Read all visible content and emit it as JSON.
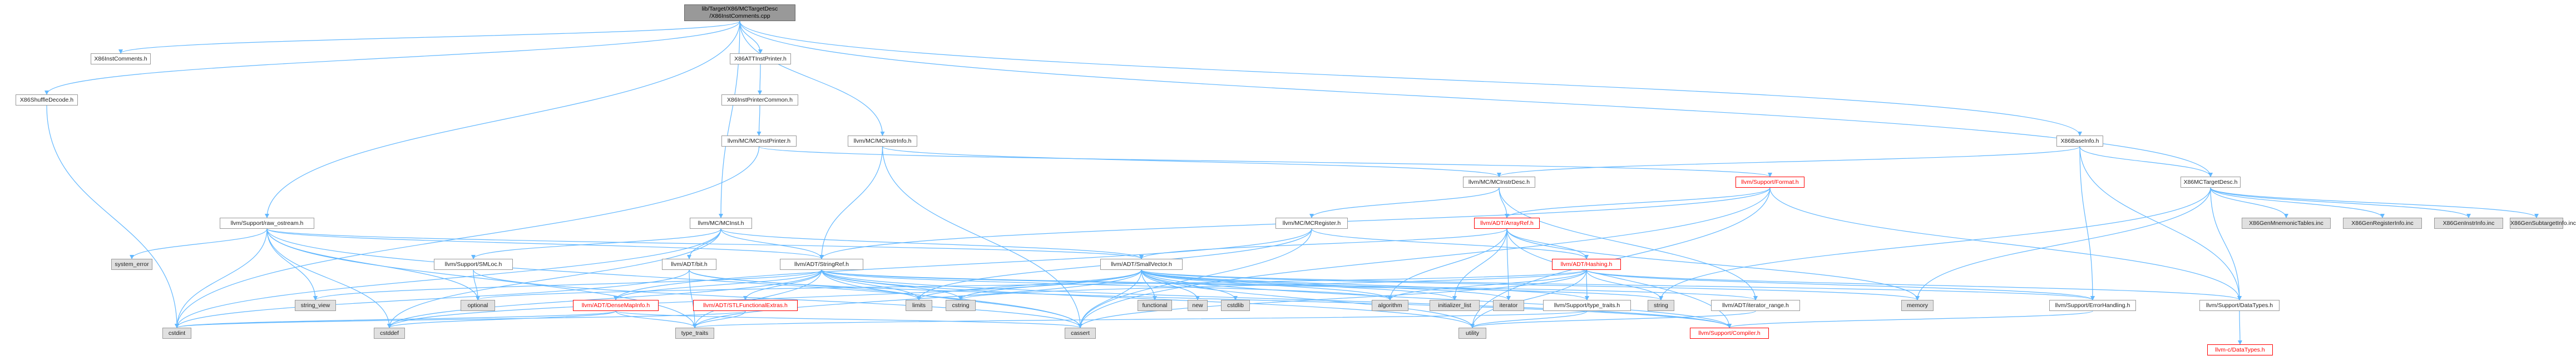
{
  "colors": {
    "edge": "#63b8ff",
    "edge_alt": "#6495ed",
    "red_node": "#ff0000",
    "main_fill": "#999999",
    "sys_fill": "#e0e0e0"
  },
  "nodes": {
    "root_l1": "lib/Target/X86/MCTargetDesc",
    "root_l2": "/X86InstComments.cpp",
    "x86instcomments_h": "X86InstComments.h",
    "x86shuffledecode_h": "X86ShuffleDecode.h",
    "x86attinstprinter_h": "X86ATTInstPrinter.h",
    "x86instprintercommon_h": "X86InstPrinterCommon.h",
    "mcinstprinter_h": "llvm/MC/MCInstPrinter.h",
    "mcinstrinfo_h": "llvm/MC/MCInstrInfo.h",
    "x86baseinfo_h": "X86BaseInfo.h",
    "x86mctargetdesc_h": "X86MCTargetDesc.h",
    "mcinstrdesc_h": "llvm/MC/MCInstrDesc.h",
    "support_format_h": "llvm/Support/Format.h",
    "raw_ostream_h": "llvm/Support/raw_ostream.h",
    "mcinst_h": "llvm/MC/MCInst.h",
    "mcregister_h": "llvm/MC/MCRegister.h",
    "arrayref_h": "llvm/ADT/ArrayRef.h",
    "x86genmnemonic": "X86GenMnemonicTables.inc",
    "x86genregister": "X86GenRegisterInfo.inc",
    "x86geninstrinfo": "X86GenInstrInfo.inc",
    "x86gensubtarget": "X86GenSubtargetInfo.inc",
    "system_error": "system_error",
    "smloc_h": "llvm/Support/SMLoc.h",
    "bit_h": "llvm/ADT/bit.h",
    "stringref_h": "llvm/ADT/StringRef.h",
    "smallvector_h": "llvm/ADT/SmallVector.h",
    "hashing_h": "llvm/ADT/Hashing.h",
    "string_view": "string_view",
    "optional": "optional",
    "limits": "limits",
    "cstring": "cstring",
    "functional": "functional",
    "new": "new",
    "cstdlib": "cstdlib",
    "algorithm": "algorithm",
    "initializer_list": "initializer_list",
    "iterator": "iterator",
    "type_traits_support": "llvm/Support/type_traits.h",
    "string": "string",
    "iterator_range_h": "llvm/ADT/iterator_range.h",
    "memory": "memory",
    "errorhandling_h": "llvm/Support/ErrorHandling.h",
    "datatypes_h": "llvm/Support/DataTypes.h",
    "densemapinfo_h": "llvm/ADT/DenseMapInfo.h",
    "stlfunctionalextras_h": "llvm/ADT/STLFunctionalExtras.h",
    "cstdint": "cstdint",
    "cstddef": "cstddef",
    "type_traits": "type_traits",
    "cassert": "cassert",
    "utility": "utility",
    "compiler_h": "llvm/Support/Compiler.h",
    "c_datatypes_h": "llvm-c/DataTypes.h"
  }
}
